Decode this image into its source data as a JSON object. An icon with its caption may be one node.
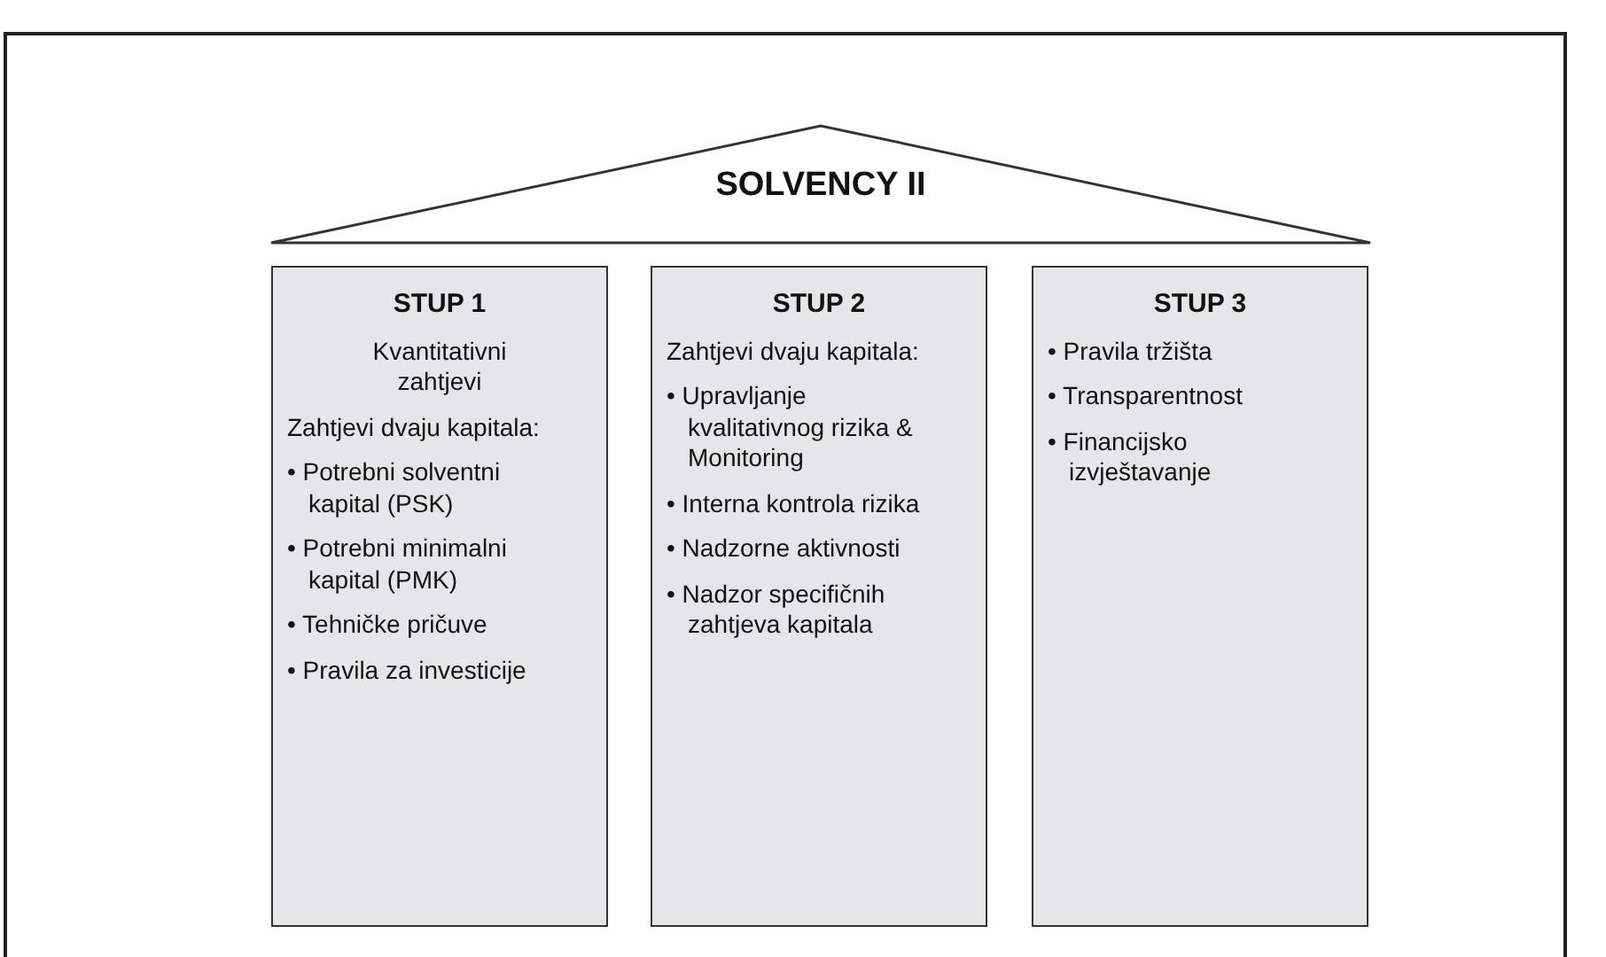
{
  "diagram": {
    "nodes": [
      {
        "text": [
          "SOLVENCY II"
        ]
      },
      {
        "text": [
          "STUP 1",
          "Kvantitativni zahtjevi",
          "Zahtjevi dvaju kapitala:",
          "• Potrebni solventni kapital (PSK)",
          "• Potrebni minimalni kapital (PMK)",
          "• Tehničke pričuve",
          "• Pravila za investicije"
        ]
      },
      {
        "text": [
          "STUP 2",
          "Zahtjevi dvaju kapitala:",
          "• Upravljanje kvalitativnog rizika & Monitoring",
          "• Interna kontrola rizika",
          "• Nadzorne aktivnosti",
          "• Nadzor specifičnih zahtjeva kapitala"
        ]
      },
      {
        "text": [
          "STUP 3",
          "• Pravila tržišta",
          "• Transparentnost",
          "• Financijsko izvještavanje"
        ]
      }
    ],
    "edges": []
  }
}
